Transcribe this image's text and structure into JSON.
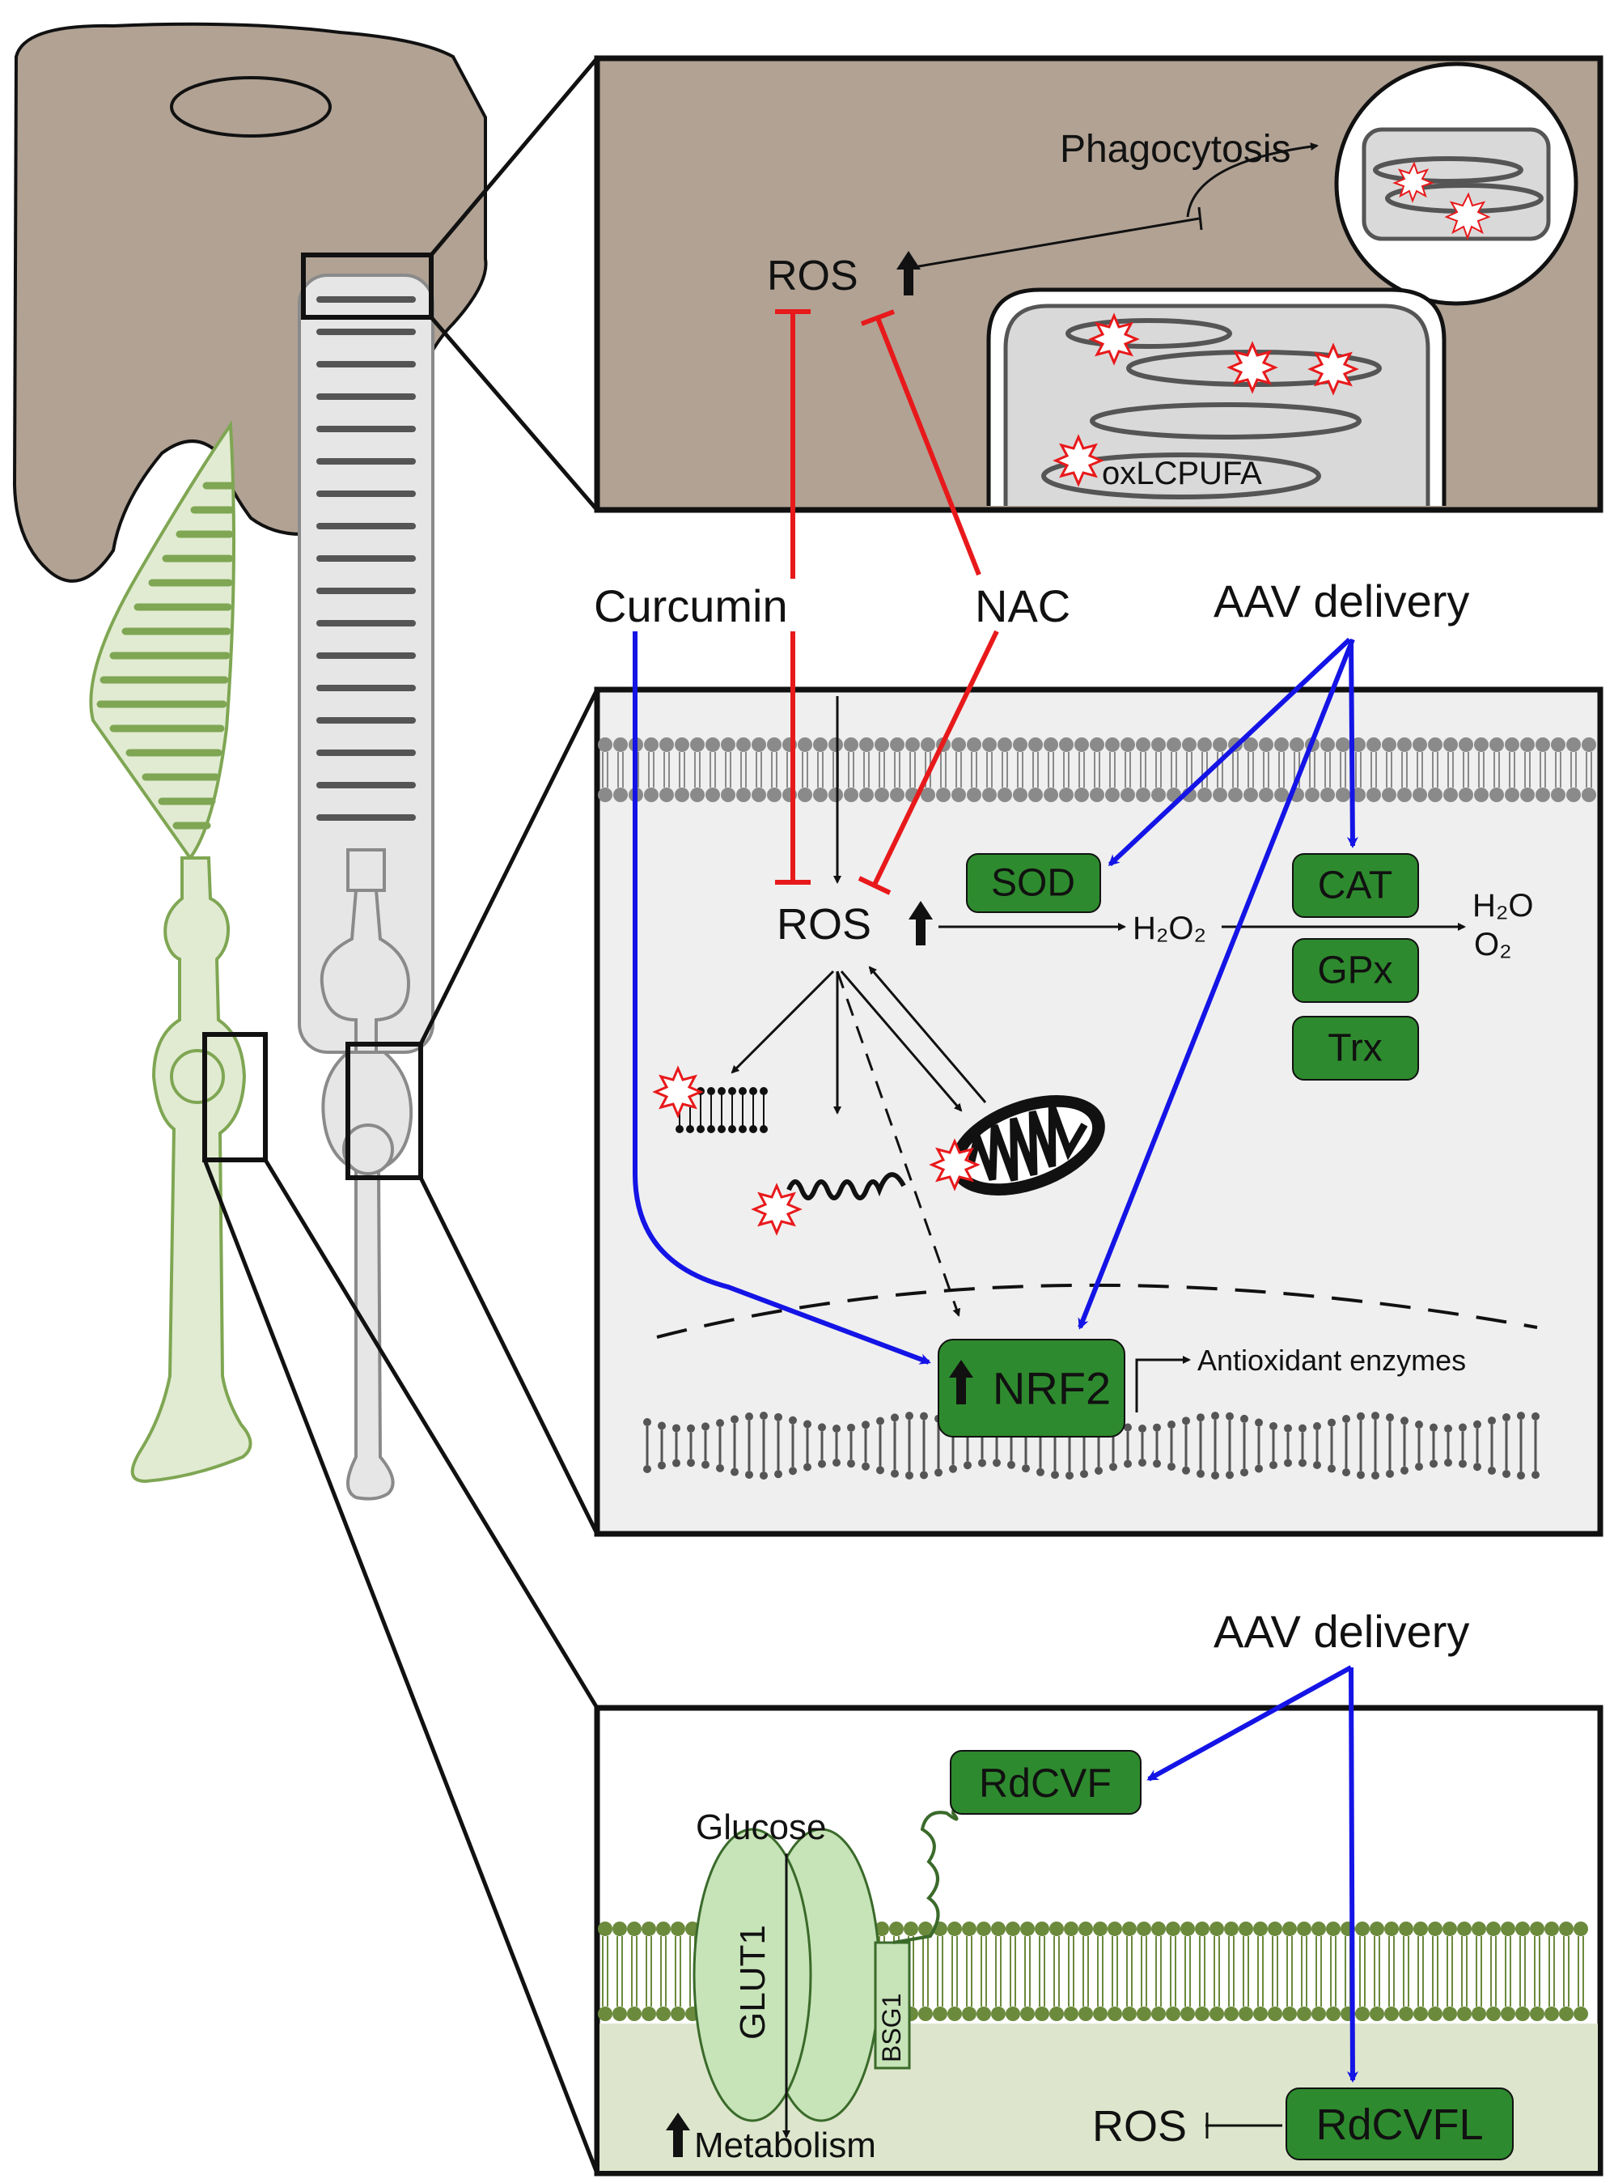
{
  "labels": {
    "phagocytosis": "Phagocytosis",
    "ros_top": "ROS",
    "oxlcpufa": "oxLCPUFA",
    "curcumin": "Curcumin",
    "nac": "NAC",
    "aav_delivery_1": "AAV delivery",
    "ros_mid": "ROS",
    "h2o2": "H₂O₂",
    "h2o": "H₂O",
    "o2": "O₂",
    "antioxidant_enzymes": "Antioxidant enzymes",
    "aav_delivery_2": "AAV delivery",
    "glucose": "Glucose",
    "metabolism": "Metabolism",
    "ros_bottom": "ROS",
    "glut1": "GLUT1",
    "bsg1": "BSG1"
  },
  "enzymes": {
    "sod": "SOD",
    "cat": "CAT",
    "gpx": "GPx",
    "trx": "Trx",
    "nrf2": "NRF2",
    "rdcvf": "RdCVF",
    "rdcvfl": "RdCVFL"
  },
  "colors": {
    "rpe_brown": "#b1a294",
    "cone_green": "#7fa653",
    "rod_gray": "#8a8a8a",
    "enzyme_green": "#2e8a2e",
    "inhibit_red": "#e8191b",
    "activate_blue": "#1414e6",
    "membrane_green": "#6b8a3c",
    "panel_gray": "#efefef",
    "panel_green": "#dde6cc"
  }
}
